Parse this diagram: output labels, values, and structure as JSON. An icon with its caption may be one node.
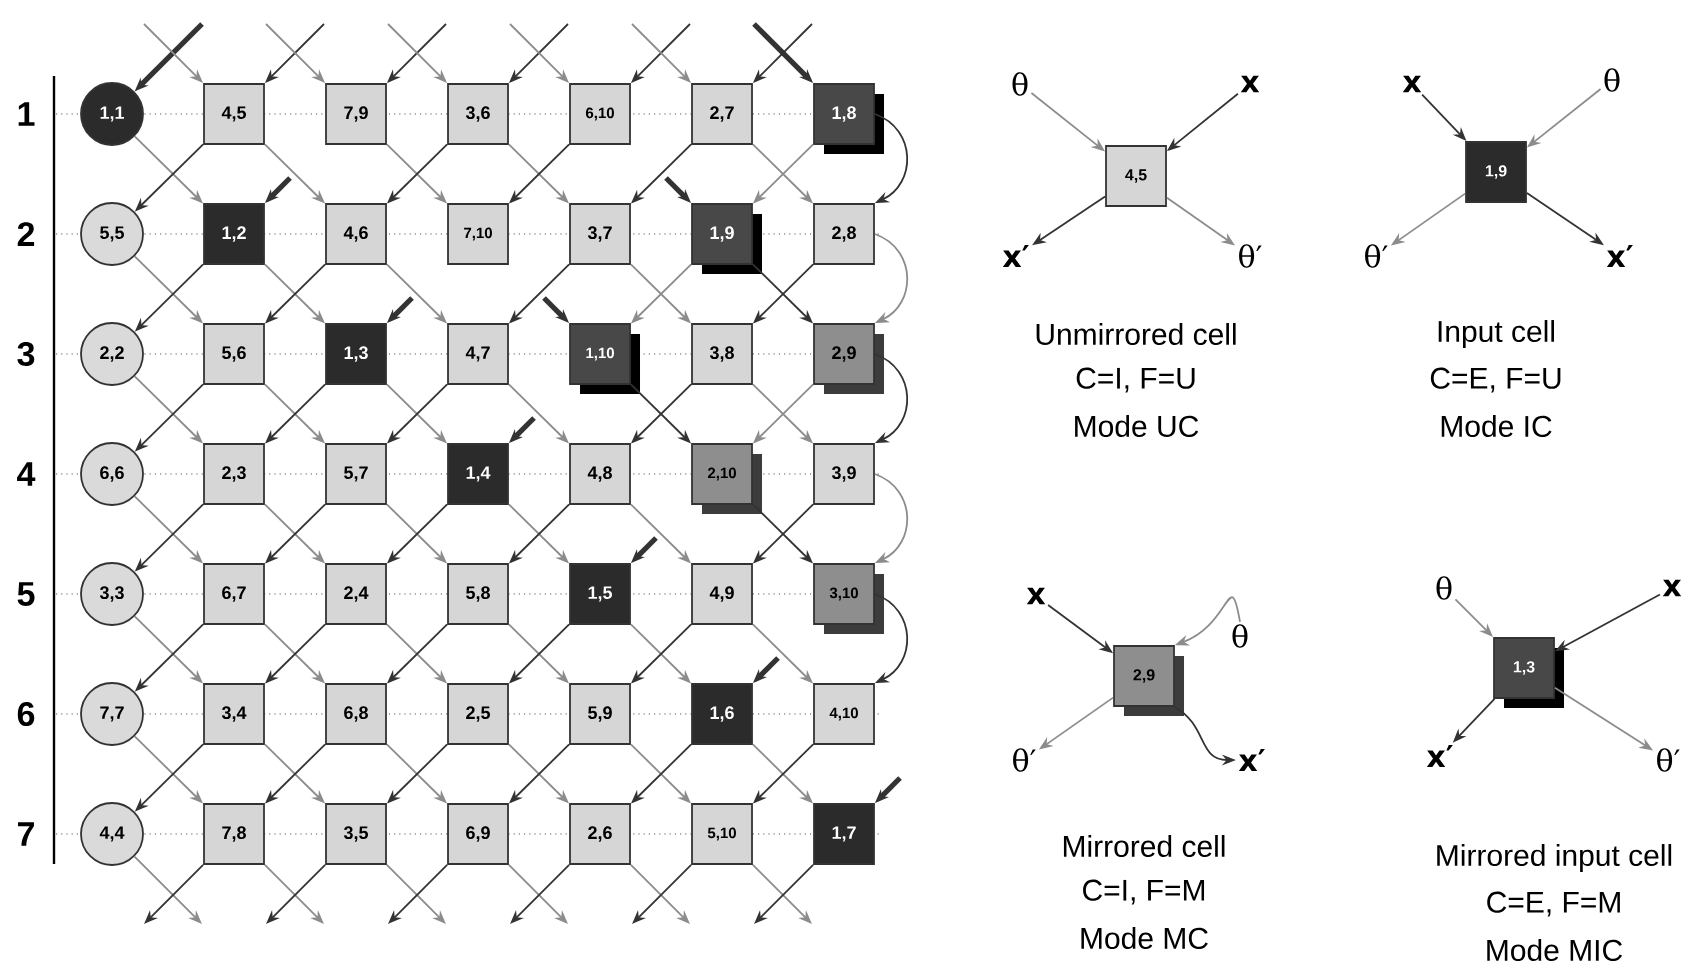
{
  "diagram": {
    "nodes": [
      {
        "text": [
          "1,1"
        ]
      },
      {
        "text": [
          "4,5"
        ]
      },
      {
        "text": [
          "7,9"
        ]
      },
      {
        "text": [
          "3,6"
        ]
      },
      {
        "text": [
          "6,10"
        ]
      },
      {
        "text": [
          "2,7"
        ]
      },
      {
        "text": [
          "1,8"
        ]
      },
      {
        "text": [
          "5,5"
        ]
      },
      {
        "text": [
          "1,2"
        ]
      },
      {
        "text": [
          "4,6"
        ]
      },
      {
        "text": [
          "7,10"
        ]
      },
      {
        "text": [
          "3,7"
        ]
      },
      {
        "text": [
          "1,9"
        ]
      },
      {
        "text": [
          "2,8"
        ]
      },
      {
        "text": [
          "2,2"
        ]
      },
      {
        "text": [
          "5,6"
        ]
      },
      {
        "text": [
          "1,3"
        ]
      },
      {
        "text": [
          "4,7"
        ]
      },
      {
        "text": [
          "1,10"
        ]
      },
      {
        "text": [
          "3,8"
        ]
      },
      {
        "text": [
          "2,9"
        ]
      },
      {
        "text": [
          "6,6"
        ]
      },
      {
        "text": [
          "2,3"
        ]
      },
      {
        "text": [
          "5,7"
        ]
      },
      {
        "text": [
          "1,4"
        ]
      },
      {
        "text": [
          "4,8"
        ]
      },
      {
        "text": [
          "2,10"
        ]
      },
      {
        "text": [
          "3,9"
        ]
      },
      {
        "text": [
          "3,3"
        ]
      },
      {
        "text": [
          "6,7"
        ]
      },
      {
        "text": [
          "2,4"
        ]
      },
      {
        "text": [
          "5,8"
        ]
      },
      {
        "text": [
          "1,5"
        ]
      },
      {
        "text": [
          "4,9"
        ]
      },
      {
        "text": [
          "3,10"
        ]
      },
      {
        "text": [
          "7,7"
        ]
      },
      {
        "text": [
          "3,4"
        ]
      },
      {
        "text": [
          "6,8"
        ]
      },
      {
        "text": [
          "2,5"
        ]
      },
      {
        "text": [
          "5,9"
        ]
      },
      {
        "text": [
          "1,6"
        ]
      },
      {
        "text": [
          "4,10"
        ]
      },
      {
        "text": [
          "4,4"
        ]
      },
      {
        "text": [
          "7,8"
        ]
      },
      {
        "text": [
          "3,5"
        ]
      },
      {
        "text": [
          "6,9"
        ]
      },
      {
        "text": [
          "2,6"
        ]
      },
      {
        "text": [
          "5,10"
        ]
      },
      {
        "text": [
          "1,7"
        ]
      },
      {
        "text": [
          "4,5"
        ],
        "beside": [
          "Unmirrored cell",
          "C=I, F=U",
          "Mode UC"
        ]
      },
      {
        "text": [
          "θ"
        ]
      },
      {
        "text": [
          "x"
        ]
      },
      {
        "text": [
          "x′"
        ]
      },
      {
        "text": [
          "θ′"
        ]
      },
      {
        "text": [
          "1,9"
        ],
        "beside": [
          "Input cell",
          "C=E, F=U",
          "Mode IC"
        ]
      },
      {
        "text": [
          "x"
        ]
      },
      {
        "text": [
          "θ"
        ]
      },
      {
        "text": [
          "θ′"
        ]
      },
      {
        "text": [
          "x′"
        ]
      },
      {
        "text": [
          "2,9"
        ],
        "beside": [
          "Mirrored cell",
          "C=I, F=M",
          "Mode MC"
        ]
      },
      {
        "text": [
          "x"
        ]
      },
      {
        "text": [
          "θ"
        ]
      },
      {
        "text": [
          "θ′"
        ]
      },
      {
        "text": [
          "x′"
        ]
      },
      {
        "text": [
          "1,3"
        ],
        "beside": [
          "Mirrored input cell",
          "C=E, F=M",
          "Mode MIC"
        ]
      },
      {
        "text": [
          "θ"
        ]
      },
      {
        "text": [
          "x"
        ]
      },
      {
        "text": [
          "x′"
        ]
      },
      {
        "text": [
          "θ′"
        ]
      }
    ],
    "edges": [
      {
        "from": null,
        "to": 0,
        "arrow": "to",
        "style": "thick"
      },
      {
        "from": null,
        "to": 1,
        "arrow": "to",
        "color": "#8c8c8c"
      },
      {
        "from": null,
        "to": 1,
        "arrow": "to"
      },
      {
        "from": null,
        "to": 2,
        "arrow": "to",
        "color": "#8c8c8c"
      },
      {
        "from": null,
        "to": 2,
        "arrow": "to"
      },
      {
        "from": null,
        "to": 3,
        "arrow": "to",
        "color": "#8c8c8c"
      },
      {
        "from": null,
        "to": 3,
        "arrow": "to"
      },
      {
        "from": null,
        "to": 4,
        "arrow": "to",
        "color": "#8c8c8c"
      },
      {
        "from": null,
        "to": 4,
        "arrow": "to"
      },
      {
        "from": null,
        "to": 5,
        "arrow": "to",
        "color": "#8c8c8c"
      },
      {
        "from": null,
        "to": 5,
        "arrow": "to"
      },
      {
        "from": null,
        "to": 6,
        "arrow": "to",
        "style": "thick"
      },
      {
        "from": null,
        "to": 8,
        "arrow": "to",
        "style": "thick"
      },
      {
        "from": null,
        "to": 16,
        "arrow": "to",
        "style": "thick"
      },
      {
        "from": null,
        "to": 24,
        "arrow": "to",
        "style": "thick"
      },
      {
        "from": null,
        "to": 32,
        "arrow": "to",
        "style": "thick"
      },
      {
        "from": null,
        "to": 40,
        "arrow": "to",
        "style": "thick"
      },
      {
        "from": null,
        "to": 48,
        "arrow": "to",
        "style": "thick"
      },
      {
        "from": null,
        "to": 12,
        "arrow": "to",
        "style": "thick"
      },
      {
        "from": null,
        "to": 18,
        "arrow": "to",
        "style": "thick"
      },
      {
        "from": 0,
        "to": 8,
        "arrow": "to",
        "color": "#8c8c8c"
      },
      {
        "from": 1,
        "to": 7,
        "arrow": "to"
      },
      {
        "from": 1,
        "to": 9,
        "arrow": "to",
        "color": "#8c8c8c"
      },
      {
        "from": 2,
        "to": 10,
        "arrow": "to",
        "color": "#8c8c8c"
      },
      {
        "from": 3,
        "to": 9,
        "arrow": "to"
      },
      {
        "from": 3,
        "to": 11,
        "arrow": "to",
        "color": "#8c8c8c"
      },
      {
        "from": 4,
        "to": 10,
        "arrow": "to"
      },
      {
        "from": 5,
        "to": 11,
        "arrow": "to"
      },
      {
        "from": 5,
        "to": 13,
        "arrow": "to",
        "color": "#8c8c8c"
      },
      {
        "from": 6,
        "to": 12,
        "arrow": "to",
        "color": "#8c8c8c"
      },
      {
        "from": 6,
        "to": 13,
        "arrow": "to"
      },
      {
        "from": 7,
        "to": 15,
        "arrow": "to",
        "color": "#8c8c8c"
      },
      {
        "from": 8,
        "to": 14,
        "arrow": "to"
      },
      {
        "from": 8,
        "to": 16,
        "arrow": "to",
        "color": "#8c8c8c"
      },
      {
        "from": 9,
        "to": 15,
        "arrow": "to"
      },
      {
        "from": 9,
        "to": 17,
        "arrow": "to",
        "color": "#8c8c8c"
      },
      {
        "from": 11,
        "to": 17,
        "arrow": "to"
      },
      {
        "from": 11,
        "to": 19,
        "arrow": "to",
        "color": "#8c8c8c"
      },
      {
        "from": 12,
        "to": 18,
        "arrow": "to",
        "color": "#8c8c8c"
      },
      {
        "from": 12,
        "to": 20,
        "arrow": "to"
      },
      {
        "from": 13,
        "to": 19,
        "arrow": "to"
      },
      {
        "from": 13,
        "to": 20,
        "arrow": "to",
        "color": "#8c8c8c"
      },
      {
        "from": 14,
        "to": 22,
        "arrow": "to",
        "color": "#8c8c8c"
      },
      {
        "from": 15,
        "to": 21,
        "arrow": "to"
      },
      {
        "from": 15,
        "to": 23,
        "arrow": "to",
        "color": "#8c8c8c"
      },
      {
        "from": 16,
        "to": 22,
        "arrow": "to"
      },
      {
        "from": 16,
        "to": 24,
        "arrow": "to",
        "color": "#8c8c8c"
      },
      {
        "from": 17,
        "to": 23,
        "arrow": "to"
      },
      {
        "from": 17,
        "to": 25,
        "arrow": "to",
        "color": "#8c8c8c"
      },
      {
        "from": 18,
        "to": 26,
        "arrow": "to"
      },
      {
        "from": 19,
        "to": 25,
        "arrow": "to"
      },
      {
        "from": 19,
        "to": 27,
        "arrow": "to",
        "color": "#8c8c8c"
      },
      {
        "from": 20,
        "to": 26,
        "arrow": "to",
        "color": "#8c8c8c"
      },
      {
        "from": 20,
        "to": 27,
        "arrow": "to"
      },
      {
        "from": 21,
        "to": 29,
        "arrow": "to",
        "color": "#8c8c8c"
      },
      {
        "from": 22,
        "to": 28,
        "arrow": "to"
      },
      {
        "from": 22,
        "to": 30,
        "arrow": "to",
        "color": "#8c8c8c"
      },
      {
        "from": 23,
        "to": 29,
        "arrow": "to"
      },
      {
        "from": 23,
        "to": 31,
        "arrow": "to",
        "color": "#8c8c8c"
      },
      {
        "from": 24,
        "to": 30,
        "arrow": "to"
      },
      {
        "from": 24,
        "to": 32,
        "arrow": "to",
        "color": "#8c8c8c"
      },
      {
        "from": 25,
        "to": 31,
        "arrow": "to"
      },
      {
        "from": 25,
        "to": 33,
        "arrow": "to",
        "color": "#8c8c8c"
      },
      {
        "from": 26,
        "to": 34,
        "arrow": "to"
      },
      {
        "from": 27,
        "to": 33,
        "arrow": "to"
      },
      {
        "from": 27,
        "to": 34,
        "arrow": "to",
        "color": "#8c8c8c"
      },
      {
        "from": 28,
        "to": 36,
        "arrow": "to",
        "color": "#8c8c8c"
      },
      {
        "from": 29,
        "to": 35,
        "arrow": "to"
      },
      {
        "from": 29,
        "to": 37,
        "arrow": "to",
        "color": "#8c8c8c"
      },
      {
        "from": 30,
        "to": 36,
        "arrow": "to"
      },
      {
        "from": 30,
        "to": 38,
        "arrow": "to",
        "color": "#8c8c8c"
      },
      {
        "from": 31,
        "to": 37,
        "arrow": "to"
      },
      {
        "from": 31,
        "to": 39,
        "arrow": "to",
        "color": "#8c8c8c"
      },
      {
        "from": 32,
        "to": 38,
        "arrow": "to"
      },
      {
        "from": 32,
        "to": 40,
        "arrow": "to",
        "color": "#8c8c8c"
      },
      {
        "from": 33,
        "to": 39,
        "arrow": "to"
      },
      {
        "from": 33,
        "to": 41,
        "arrow": "to",
        "color": "#8c8c8c"
      },
      {
        "from": 34,
        "to": 41,
        "arrow": "to"
      },
      {
        "from": 35,
        "to": 43,
        "arrow": "to",
        "color": "#8c8c8c"
      },
      {
        "from": 36,
        "to": 42,
        "arrow": "to"
      },
      {
        "from": 36,
        "to": 44,
        "arrow": "to",
        "color": "#8c8c8c"
      },
      {
        "from": 37,
        "to": 43,
        "arrow": "to"
      },
      {
        "from": 37,
        "to": 45,
        "arrow": "to",
        "color": "#8c8c8c"
      },
      {
        "from": 38,
        "to": 44,
        "arrow": "to"
      },
      {
        "from": 38,
        "to": 46,
        "arrow": "to",
        "color": "#8c8c8c"
      },
      {
        "from": 39,
        "to": 45,
        "arrow": "to"
      },
      {
        "from": 39,
        "to": 47,
        "arrow": "to",
        "color": "#8c8c8c"
      },
      {
        "from": 40,
        "to": 46,
        "arrow": "to"
      },
      {
        "from": 40,
        "to": 48,
        "arrow": "to",
        "color": "#8c8c8c"
      },
      {
        "from": 41,
        "to": 47,
        "arrow": "to"
      },
      {
        "from": 42,
        "to": null,
        "arrow": "to",
        "color": "#8c8c8c"
      },
      {
        "from": 43,
        "to": null,
        "arrow": "to"
      },
      {
        "from": 43,
        "to": null,
        "arrow": "to",
        "color": "#8c8c8c"
      },
      {
        "from": 44,
        "to": null,
        "arrow": "to"
      },
      {
        "from": 44,
        "to": null,
        "arrow": "to",
        "color": "#8c8c8c"
      },
      {
        "from": 45,
        "to": null,
        "arrow": "to"
      },
      {
        "from": 45,
        "to": null,
        "arrow": "to",
        "color": "#8c8c8c"
      },
      {
        "from": 46,
        "to": null,
        "arrow": "to"
      },
      {
        "from": 46,
        "to": null,
        "arrow": "to",
        "color": "#8c8c8c"
      },
      {
        "from": 47,
        "to": null,
        "arrow": "to"
      },
      {
        "from": 47,
        "to": null,
        "arrow": "to",
        "color": "#8c8c8c"
      },
      {
        "from": 48,
        "to": null,
        "arrow": "to"
      },
      {
        "from": 50,
        "to": 49,
        "arrow": "to",
        "color": "#8c8c8c"
      },
      {
        "from": 51,
        "to": 49,
        "arrow": "to"
      },
      {
        "from": 49,
        "to": 52,
        "arrow": "to"
      },
      {
        "from": 49,
        "to": 53,
        "arrow": "to",
        "color": "#8c8c8c"
      },
      {
        "from": 55,
        "to": 54,
        "arrow": "to"
      },
      {
        "from": 56,
        "to": 54,
        "arrow": "to",
        "color": "#8c8c8c"
      },
      {
        "from": 54,
        "to": 57,
        "arrow": "to",
        "color": "#8c8c8c"
      },
      {
        "from": 54,
        "to": 58,
        "arrow": "to"
      },
      {
        "from": 60,
        "to": 59,
        "arrow": "to"
      },
      {
        "from": 61,
        "to": 59,
        "arrow": "to",
        "color": "#8c8c8c"
      },
      {
        "from": 59,
        "to": 62,
        "arrow": "to",
        "color": "#8c8c8c"
      },
      {
        "from": 59,
        "to": 63,
        "arrow": "to"
      },
      {
        "from": 65,
        "to": 64,
        "arrow": "to",
        "color": "#8c8c8c"
      },
      {
        "from": 66,
        "to": 64,
        "arrow": "to"
      },
      {
        "from": 64,
        "to": 67,
        "arrow": "to"
      },
      {
        "from": 64,
        "to": 68,
        "arrow": "to",
        "color": "#8c8c8c"
      }
    ],
    "labels": [
      "1",
      "2",
      "3",
      "4",
      "5",
      "6",
      "7"
    ]
  }
}
